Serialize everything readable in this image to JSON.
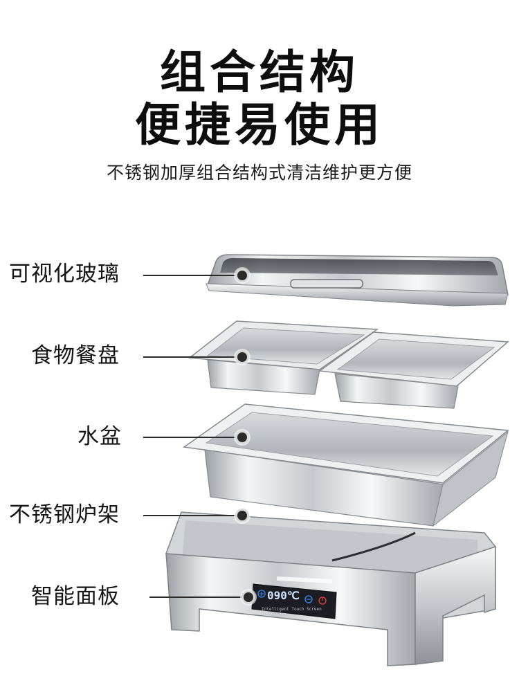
{
  "header": {
    "line1": "组合结构",
    "line2": "便捷易使用",
    "subtitle": "不锈钢加厚组合结构式清洁维护更方便"
  },
  "parts": [
    {
      "label": "可视化玻璃"
    },
    {
      "label": "食物餐盘"
    },
    {
      "label": "水盆"
    },
    {
      "label": "不锈钢炉架"
    },
    {
      "label": "智能面板"
    }
  ],
  "control_panel": {
    "display": "090℃",
    "caption": "Intelligent Touch Screen"
  },
  "colors": {
    "steel_light": "#f2f3f4",
    "steel_mid": "#c9ccd0",
    "steel_dark": "#8a8e93",
    "panel_bg": "#1b1d22",
    "panel_digits": "#cfe3ff",
    "icon_plus": "#3a7bd5",
    "icon_minus": "#d33a3a"
  }
}
